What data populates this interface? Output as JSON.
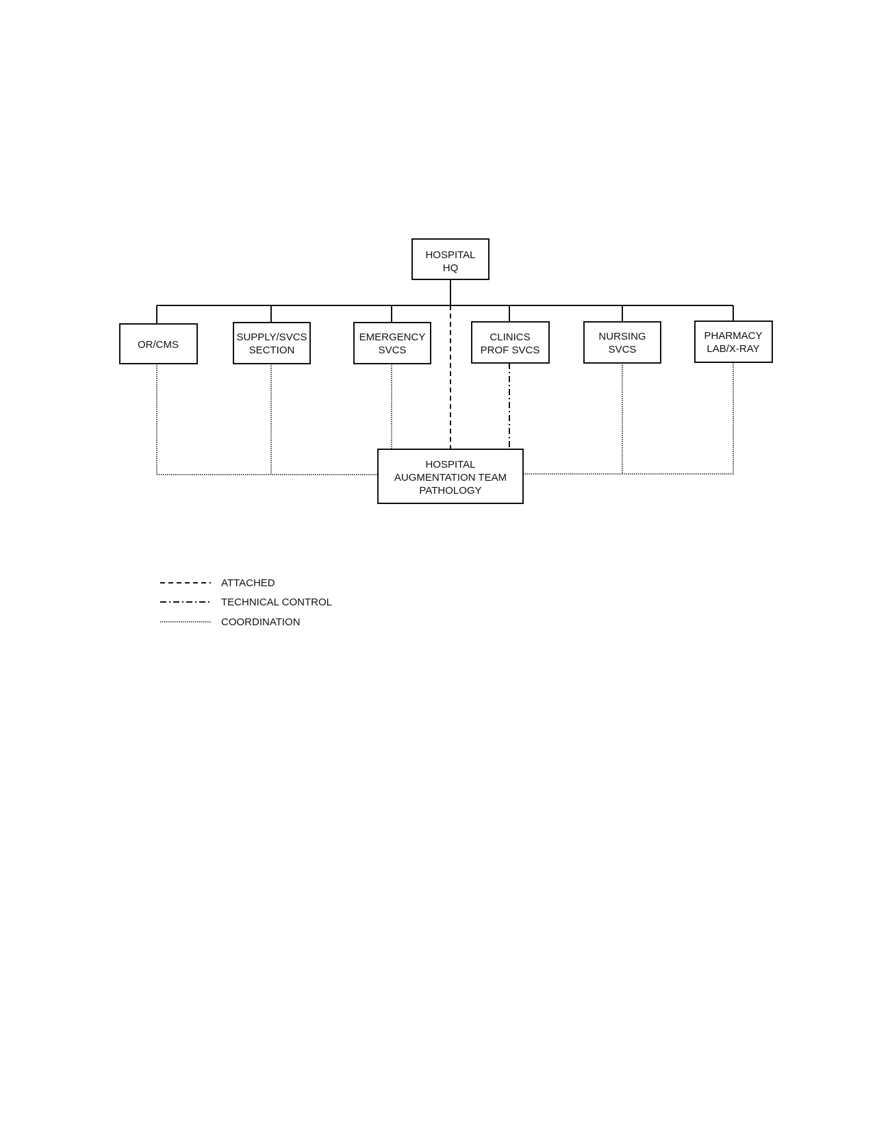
{
  "hq": {
    "name": "hospital-hq-box",
    "lines": [
      "HOSPITAL",
      "HQ"
    ]
  },
  "sections": [
    {
      "name": "box-or-cms",
      "lines": [
        "OR/CMS"
      ]
    },
    {
      "name": "box-supply-svcs-section",
      "lines": [
        "SUPPLY/SVCS",
        "SECTION"
      ]
    },
    {
      "name": "box-emergency-svcs",
      "lines": [
        "EMERGENCY",
        "SVCS"
      ]
    },
    {
      "name": "box-clinics-prof-svcs",
      "lines": [
        "CLINICS",
        "PROF SVCS"
      ]
    },
    {
      "name": "box-nursing-svcs",
      "lines": [
        "NURSING",
        "SVCS"
      ]
    },
    {
      "name": "box-pharmacy-lab-xray",
      "lines": [
        "PHARMACY",
        "LAB/X-RAY"
      ]
    }
  ],
  "team": {
    "name": "hospital-augmentation-team-box",
    "lines": [
      "HOSPITAL",
      "AUGMENTATION TEAM",
      "PATHOLOGY"
    ]
  },
  "legend": {
    "attached": "ATTACHED",
    "technical_control": "TECHNICAL CONTROL",
    "coordination": "COORDINATION"
  }
}
